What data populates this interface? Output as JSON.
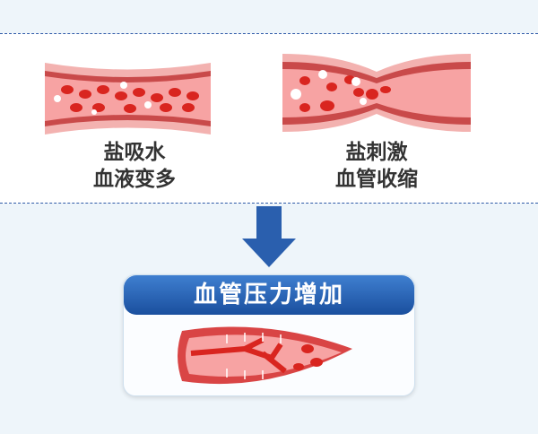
{
  "left": {
    "line1": "盐吸水",
    "line2": "血液变多"
  },
  "right": {
    "line1": "盐刺激",
    "line2": "血管收缩"
  },
  "result": {
    "title": "血管压力增加"
  },
  "colors": {
    "blue": "#2a5fae",
    "vessel": "#e06a6a",
    "cell": "#d9251f"
  }
}
